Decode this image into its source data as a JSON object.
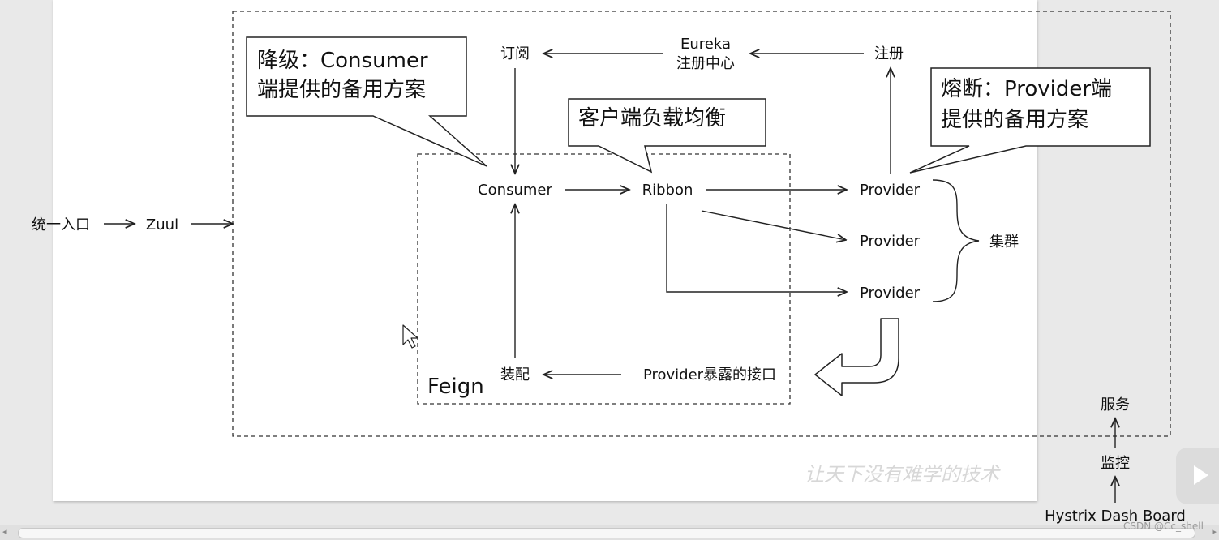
{
  "nodes": {
    "entry": "统一入口",
    "zuul": "Zuul",
    "eureka": "Eureka",
    "registry_center": "注册中心",
    "subscribe": "订阅",
    "register": "注册",
    "consumer": "Consumer",
    "ribbon": "Ribbon",
    "provider_1": "Provider",
    "provider_2": "Provider",
    "provider_3": "Provider",
    "cluster": "集群",
    "assemble": "装配",
    "provider_interface": "Provider暴露的接口",
    "feign": "Feign",
    "service": "服务",
    "monitor": "监控",
    "hystrix": "Hystrix Dash Board"
  },
  "callouts": {
    "degrade_line1": "降级：Consumer",
    "degrade_line2": "端提供的备用方案",
    "load_balance": "客户端负载均衡",
    "fuse_line1": "熔断：Provider端",
    "fuse_line2": "提供的备用方案"
  },
  "watermark_slogan": "让天下没有难学的技术",
  "watermark": "CSDN @Cc_shell",
  "colors": {
    "line": "#222222",
    "page": "#ffffff",
    "background": "#e9e9e9"
  }
}
